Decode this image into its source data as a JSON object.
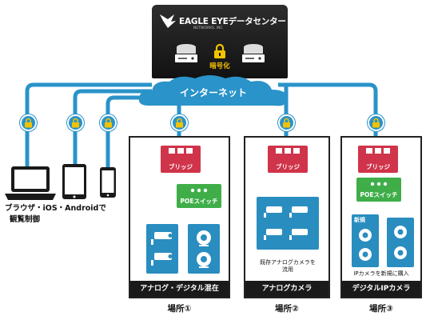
{
  "datacenter": {
    "brand": "EAGLE EYE",
    "brand_suffix": "データセンター",
    "subbrand": "NETWORKS, INC",
    "encryption_label": "暗号化",
    "icons": [
      "eagle-logo-icon",
      "database-server-icon",
      "padlock-icon"
    ]
  },
  "internet": {
    "label": "インターネット"
  },
  "clients": {
    "caption_line1": "ブラウザ・iOS・Androidで",
    "caption_line2": "観覧制御",
    "devices": [
      "laptop-icon",
      "tablet-icon",
      "smartphone-icon"
    ]
  },
  "sites": [
    {
      "bridge_label": "ブリッジ",
      "switch_label": "POEスイッチ",
      "footer": "アナログ・デジタル混在",
      "caption": "場所①"
    },
    {
      "bridge_label": "ブリッジ",
      "panel_note_line1": "既存アナログカメラを",
      "panel_note_line2": "流用",
      "footer": "アナログカメラ",
      "caption": "場所②"
    },
    {
      "bridge_label": "ブリッジ",
      "switch_label": "POEスイッチ",
      "new_tag": "新規",
      "panel_note": "IPカメラを新規に購入",
      "footer": "デジタルIPカメラ",
      "caption": "場所③"
    }
  ],
  "colors": {
    "line_blue": "#2a93c9",
    "bridge_red": "#d0344a",
    "switch_green": "#3fae49",
    "lock_yellow": "#f3c200",
    "dark": "#1a1a1a"
  }
}
